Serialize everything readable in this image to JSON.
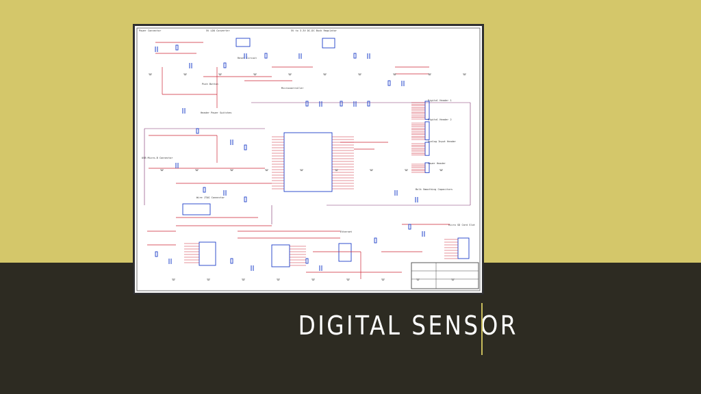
{
  "slide": {
    "title": "DIGITAL SENSOR"
  },
  "colors": {
    "top_band": "#d4c76a",
    "bottom_band": "#2d2b22",
    "accent_rule": "#c9bd5c",
    "schematic_wire": "#cc2233",
    "schematic_part": "#1a3cc8",
    "schematic_frame": "#7a2a6a"
  },
  "schematic": {
    "section_labels": [
      "Power Connector",
      "5V LDO Converter",
      "5V to 3.3V DC-DC Buck Regulator",
      "Reset Circuit",
      "Push Button",
      "Microcontroller",
      "Header Power Switches",
      "USB Micro-B Connector",
      "Wire JTAG Connector",
      "Digital Header 1",
      "Digital Header 2",
      "Analog Input Header",
      "Power Header",
      "Bulk Smoothing Capacitors",
      "Micro SD Card Slot",
      "Ethernet"
    ]
  }
}
